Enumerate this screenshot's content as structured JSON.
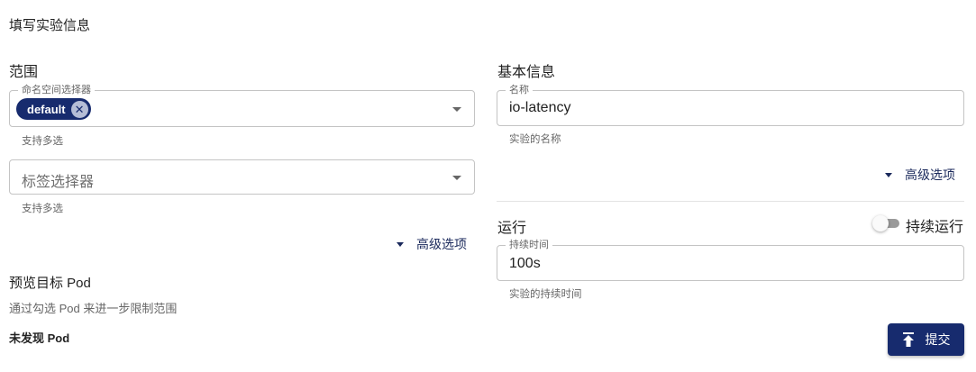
{
  "page": {
    "title": "填写实验信息"
  },
  "scope": {
    "title": "范围",
    "namespace_selector": {
      "label": "命名空间选择器",
      "chips": [
        {
          "label": "default",
          "remove_icon": "close-circle-icon"
        }
      ],
      "helper": "支持多选"
    },
    "label_selector": {
      "placeholder": "标签选择器",
      "helper": "支持多选"
    },
    "advanced_label": "高级选项"
  },
  "preview": {
    "title": "预览目标 Pod",
    "subtitle": "通过勾选 Pod 来进一步限制范围",
    "empty_text": "未发现 Pod"
  },
  "basic_info": {
    "title": "基本信息",
    "name_field": {
      "label": "名称",
      "value": "io-latency",
      "helper": "实验的名称"
    },
    "advanced_label": "高级选项"
  },
  "run": {
    "title": "运行",
    "continuous_toggle": {
      "label": "持续运行",
      "checked": false
    },
    "duration_field": {
      "label": "持续时间",
      "value": "100s",
      "helper": "实验的持续时间"
    }
  },
  "actions": {
    "submit_label": "提交",
    "submit_icon": "publish-icon"
  },
  "colors": {
    "primary": "#172b6e",
    "border": "#c4c4c4",
    "helper_text": "#666666"
  }
}
